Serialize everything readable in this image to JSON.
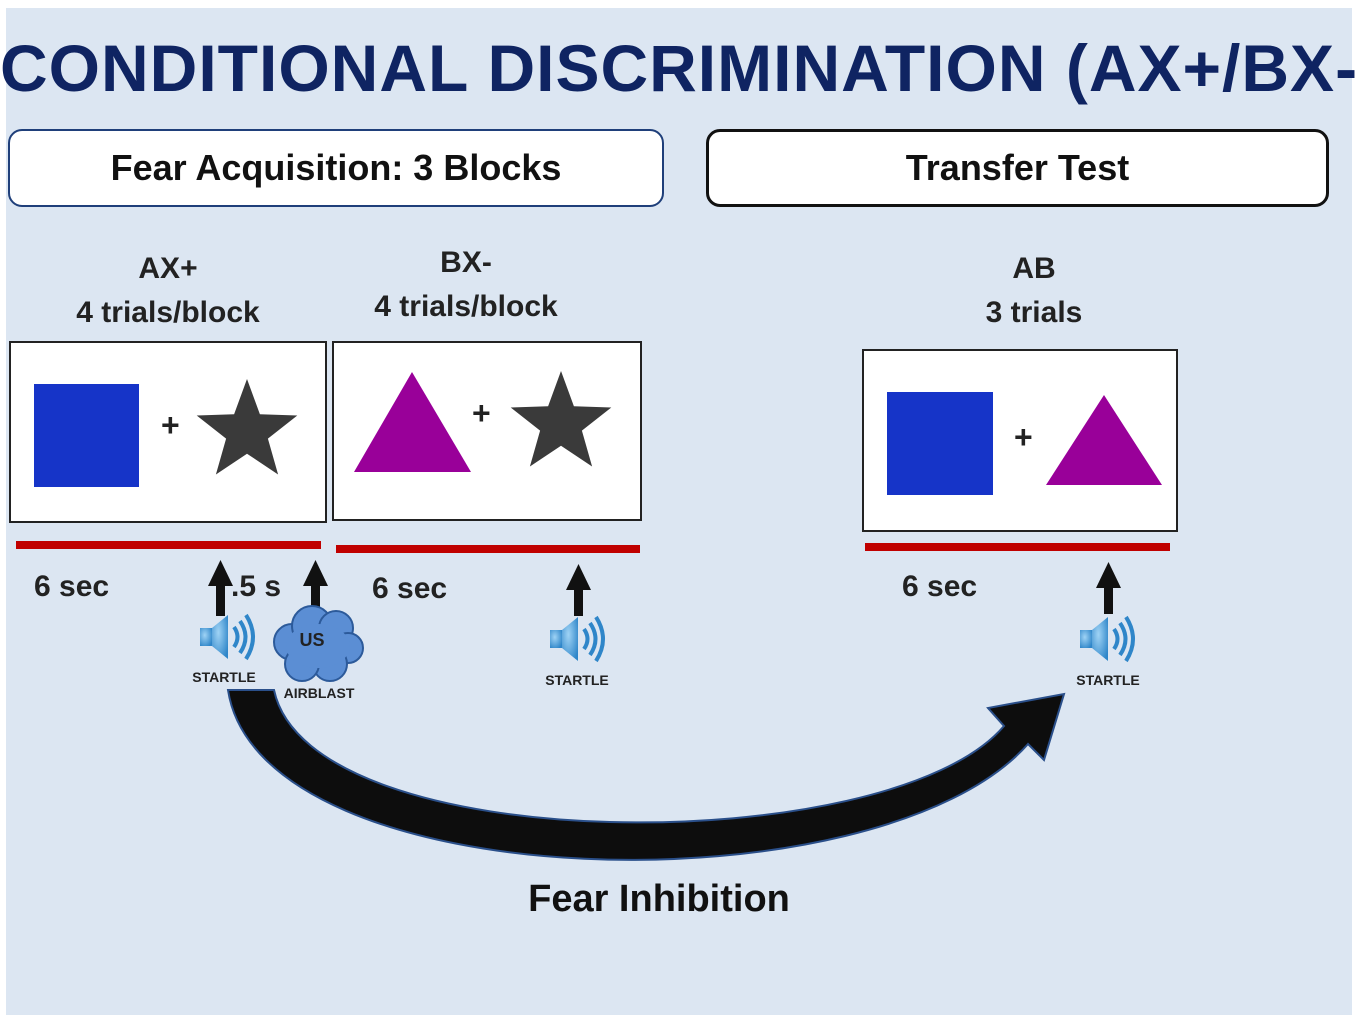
{
  "title": "CONDITIONAL DISCRIMINATION (AX+/BX-)",
  "phases": {
    "acquisition": "Fear Acquisition: 3 Blocks",
    "transfer": "Transfer Test"
  },
  "trials": {
    "ax": {
      "name": "AX+",
      "count": "4 trials/block",
      "duration": "6 sec",
      "interval": ".5 s"
    },
    "bx": {
      "name": "BX-",
      "count": "4 trials/block",
      "duration": "6 sec"
    },
    "ab": {
      "name": "AB",
      "count": "3 trials",
      "duration": "6 sec"
    }
  },
  "plus": "+",
  "events": {
    "startle": "STARTLE",
    "us": "US",
    "airblast": "AIRBLAST"
  },
  "bottom_label": "Fear Inhibition",
  "colors": {
    "title": "#0f2462",
    "background": "#dce6f2",
    "square": "#1634c8",
    "triangle": "#990099",
    "star": "#3a3a3a",
    "timeline": "#c00000",
    "cloud": "#5b8ed4"
  }
}
